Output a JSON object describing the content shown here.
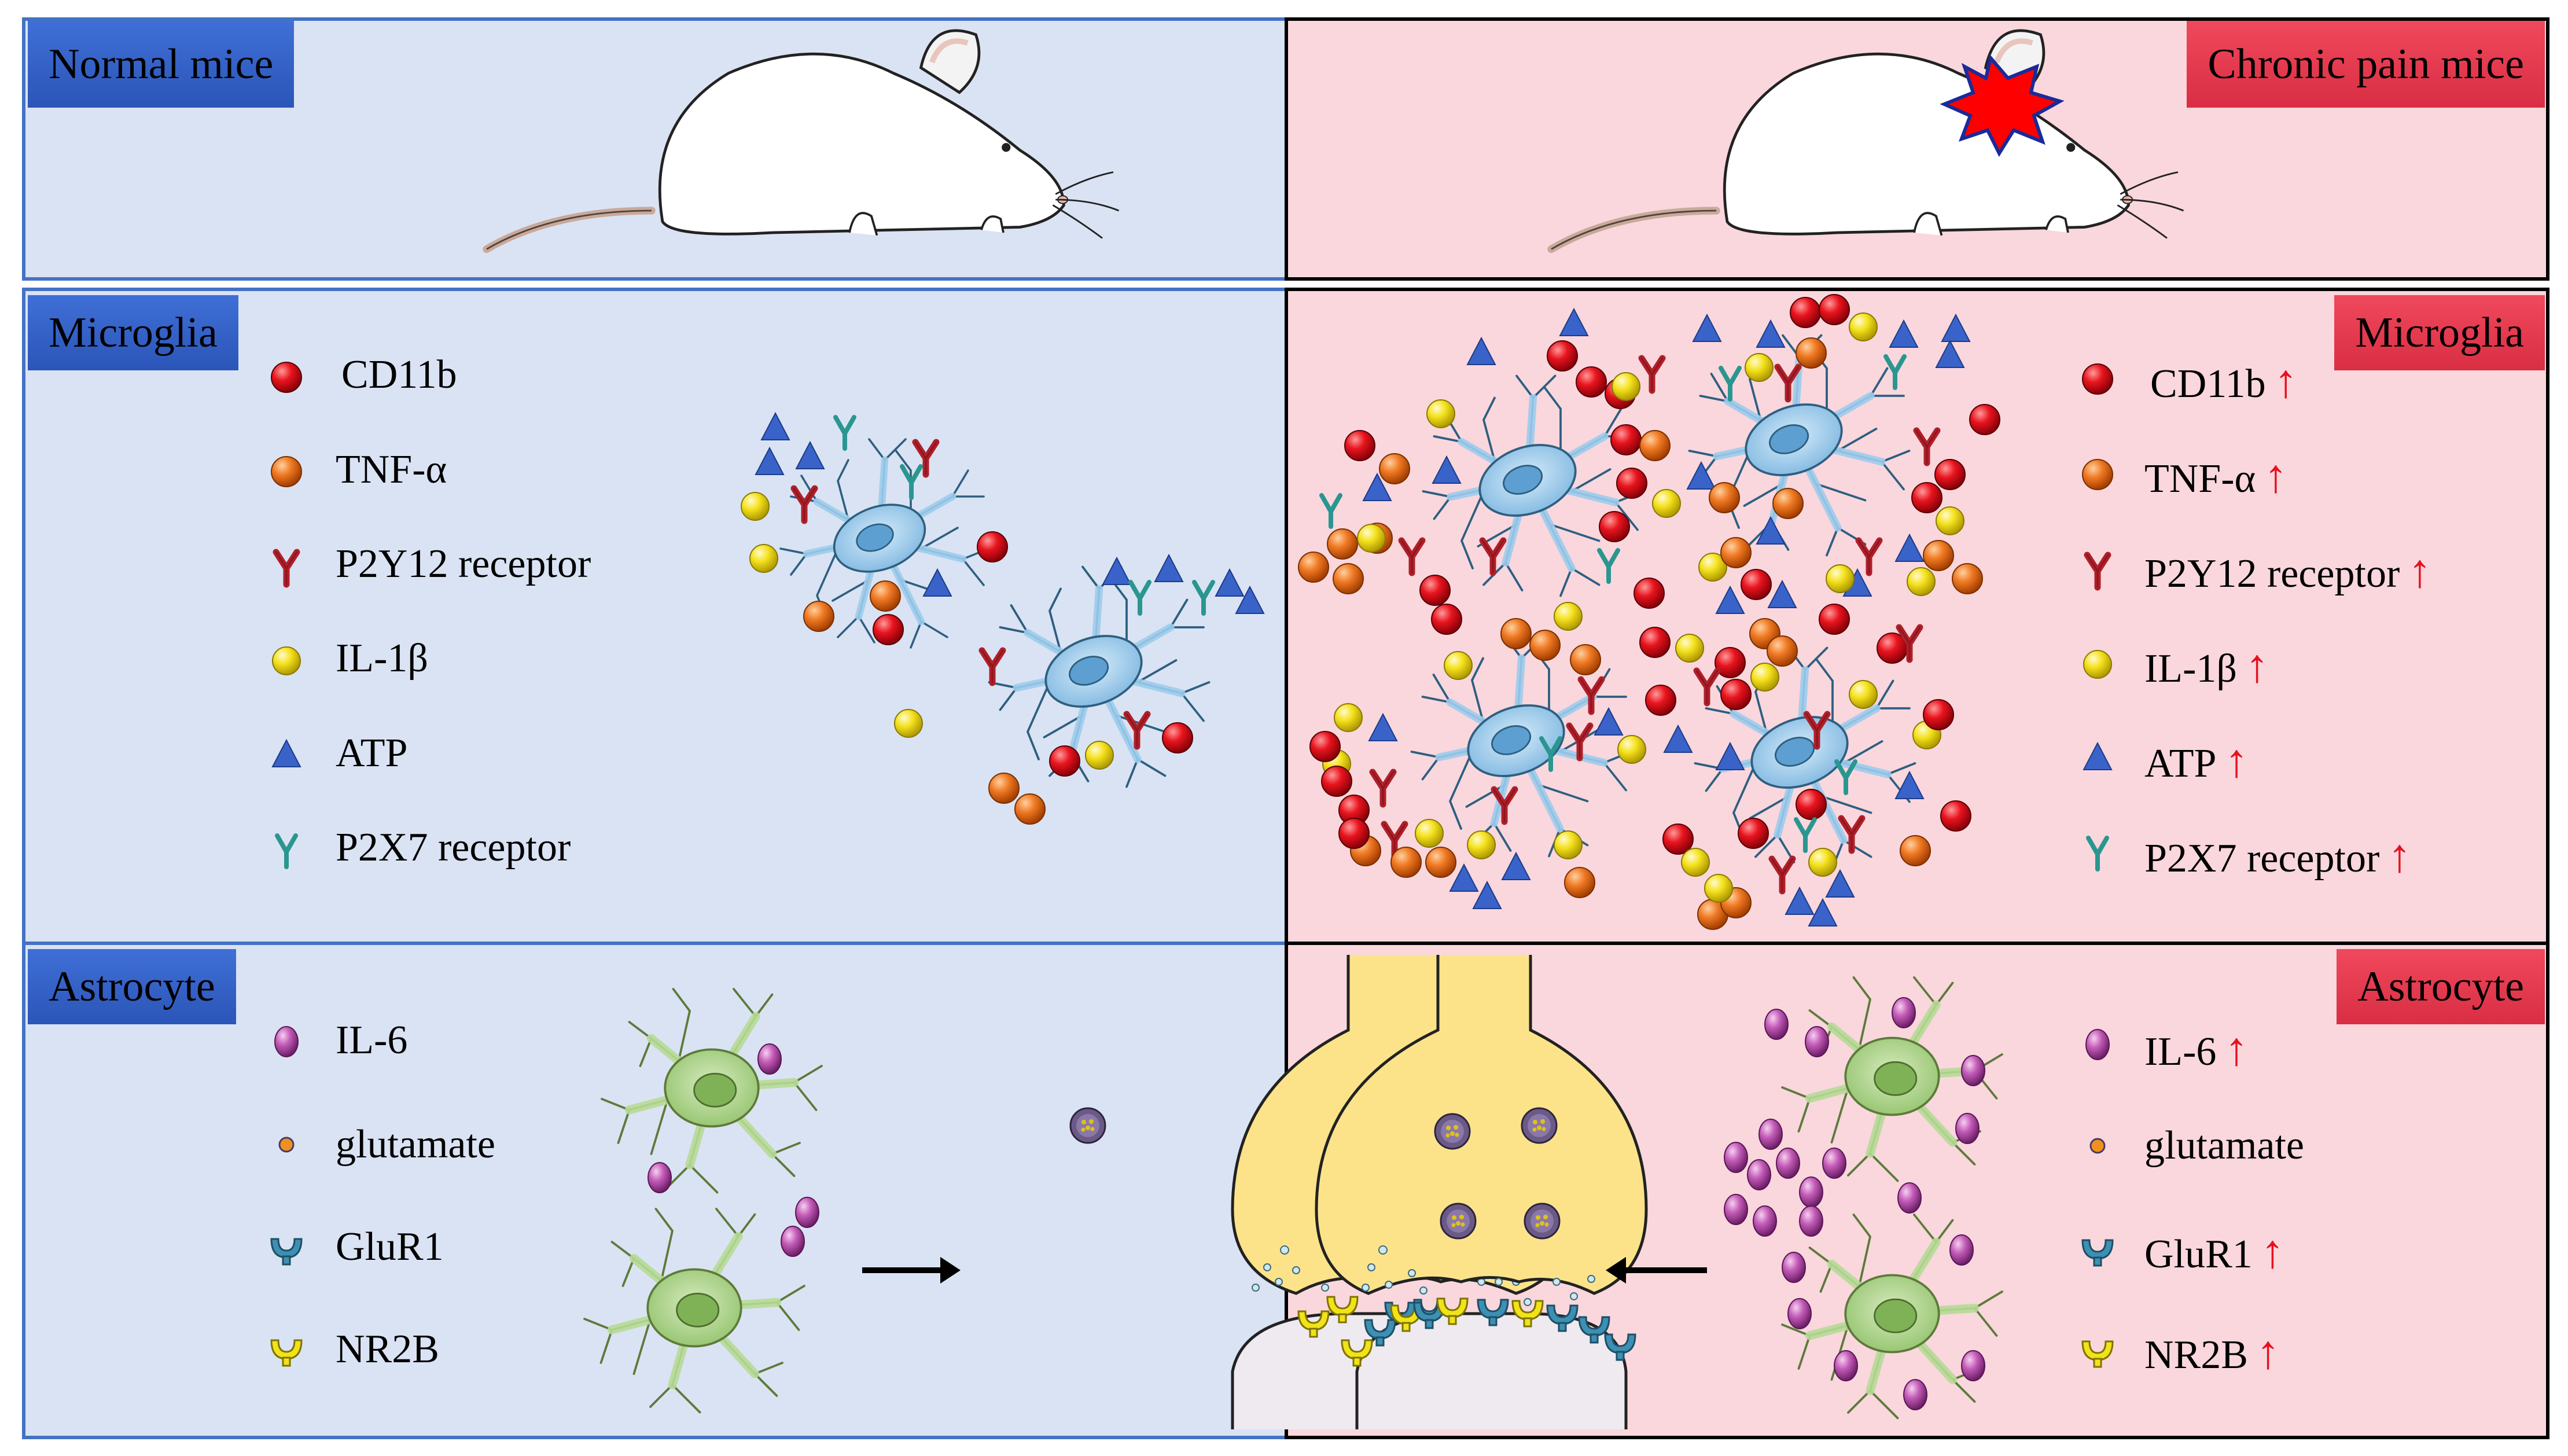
{
  "panels": {
    "normal_label": "Normal mice",
    "pain_label": "Chronic pain mice",
    "microglia_label_left": "Microglia",
    "microglia_label_right": "Microglia",
    "astrocyte_label_left": "Astrocyte",
    "astrocyte_label_right": "Astrocyte"
  },
  "microglia_legend": [
    {
      "label": "CD11b",
      "symbol": "red-sphere"
    },
    {
      "label": "TNF-α",
      "symbol": "orange-sphere"
    },
    {
      "label": "P2Y12 receptor",
      "symbol": "y-receptor-dark-red"
    },
    {
      "label": "IL-1β",
      "symbol": "yellow-sphere"
    },
    {
      "label": "ATP",
      "symbol": "blue-triangle"
    },
    {
      "label": "P2X7 receptor",
      "symbol": "y-receptor-teal"
    }
  ],
  "astrocyte_legend": [
    {
      "label": "IL-6",
      "symbol": "purple-sphere"
    },
    {
      "label": "glutamate",
      "symbol": "small-orange-dot"
    },
    {
      "label": "GluR1",
      "symbol": "cup-receptor-teal"
    },
    {
      "label": "NR2B",
      "symbol": "cup-receptor-yellow"
    }
  ],
  "increase_mark": "↑",
  "colors": {
    "normal_bg": "#dae3f3",
    "normal_border": "#4472c4",
    "pain_bg": "#f9d7dd",
    "pain_border": "#000000",
    "label_blue": "#2f5cc4",
    "label_red": "#e03a4f",
    "increase_arrow": "#e8101e",
    "microglia_cell": "#8ec3e6",
    "astrocyte_cell": "#a9d18e",
    "neuron": "#fce38a",
    "postsynaptic": "#eeeaef"
  }
}
